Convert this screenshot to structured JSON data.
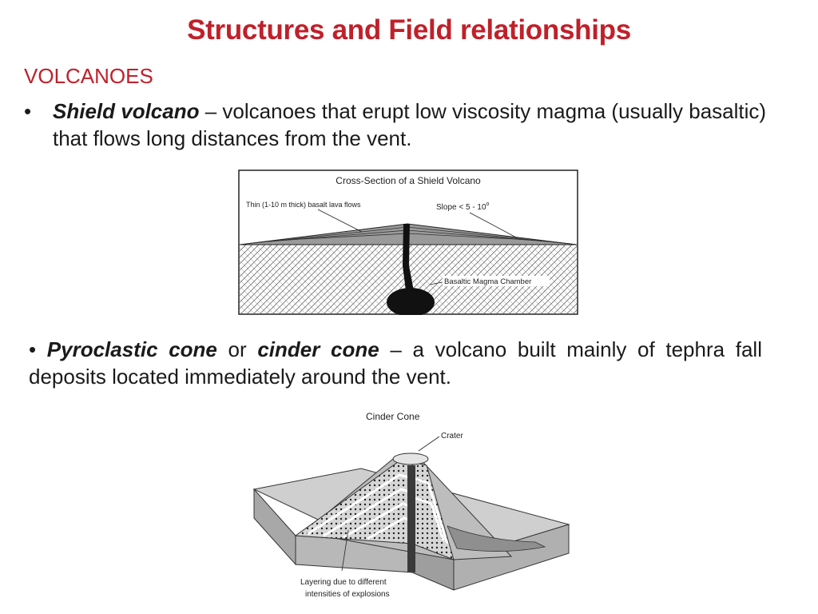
{
  "slide": {
    "title": "Structures and Field relationships",
    "section_heading": "VOLCANOES"
  },
  "bullets": [
    {
      "marker": "•",
      "term": "Shield volcano",
      "dash": " – ",
      "definition": "volcanoes that erupt low viscosity magma (usually basaltic) that flows long distances from the vent."
    },
    {
      "marker": "•",
      "term_1": "Pyroclastic cone",
      "connector": " or ",
      "term_2": "cinder cone",
      "dash": " – ",
      "definition": "a volcano built mainly of tephra fall deposits located immediately around the vent."
    }
  ],
  "figures": {
    "shield": {
      "title": "Cross-Section of a Shield Volcano",
      "label_flows": "Thin (1-10 m thick) basalt lava flows",
      "label_slope": "Slope < 5 - 10",
      "label_slope_sup": "o",
      "label_chamber": "Basaltic Magma Chamber"
    },
    "cinder": {
      "title": "Cinder Cone",
      "label_crater": "Crater",
      "label_layering_1": "Layering due to different",
      "label_layering_2": "intensities of explosions"
    }
  },
  "colors": {
    "title_red": "#c0202a",
    "text": "#1a1a1a",
    "diagram_gray": "#c8c8c8"
  }
}
